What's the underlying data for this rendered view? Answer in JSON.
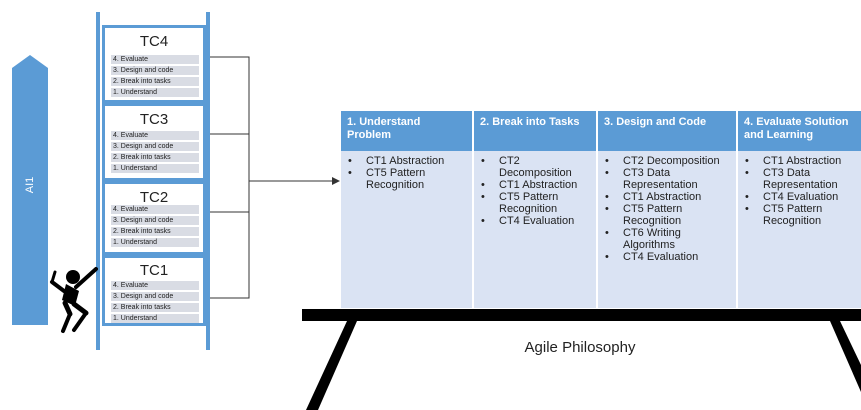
{
  "ladder": {
    "side_label": "AI1",
    "colors": {
      "rail": "#5b9bd5",
      "step_fill": "#d9dce4"
    },
    "task_cycles": [
      {
        "title": "TC4",
        "steps": [
          "4. Evaluate",
          "3. Design and code",
          "2. Break into tasks",
          "1. Understand"
        ]
      },
      {
        "title": "TC3",
        "steps": [
          "4. Evaluate",
          "3. Design and code",
          "2. Break into tasks",
          "1. Understand"
        ]
      },
      {
        "title": "TC2",
        "steps": [
          "4. Evaluate",
          "3. Design and code",
          "2. Break into tasks",
          "1. Understand"
        ]
      },
      {
        "title": "TC1",
        "steps": [
          "4. Evaluate",
          "3. Design and code",
          "2. Break into tasks",
          "1. Understand"
        ]
      }
    ]
  },
  "table": {
    "colors": {
      "header": "#5b9bd5",
      "body": "#dae3f3"
    },
    "columns": [
      {
        "header": "1. Understand Problem",
        "items": [
          "CT1 Abstraction",
          "CT5 Pattern Recognition"
        ]
      },
      {
        "header": "2. Break into Tasks",
        "items": [
          "CT2 Decomposition",
          "CT1 Abstraction",
          "CT5 Pattern Recognition",
          "CT4 Evaluation"
        ]
      },
      {
        "header": "3. Design and Code",
        "items": [
          "CT2 Decomposition",
          "CT3 Data Representation",
          "CT1 Abstraction",
          "CT5 Pattern Recognition",
          "CT6 Writing Algorithms",
          "CT4 Evaluation"
        ]
      },
      {
        "header": "4. Evaluate Solution and Learning",
        "items": [
          "CT1 Abstraction",
          "CT3 Data Representation",
          "CT4 Evaluation",
          "CT5 Pattern Recognition"
        ]
      }
    ]
  },
  "foundation": {
    "label": "Agile Philosophy"
  }
}
